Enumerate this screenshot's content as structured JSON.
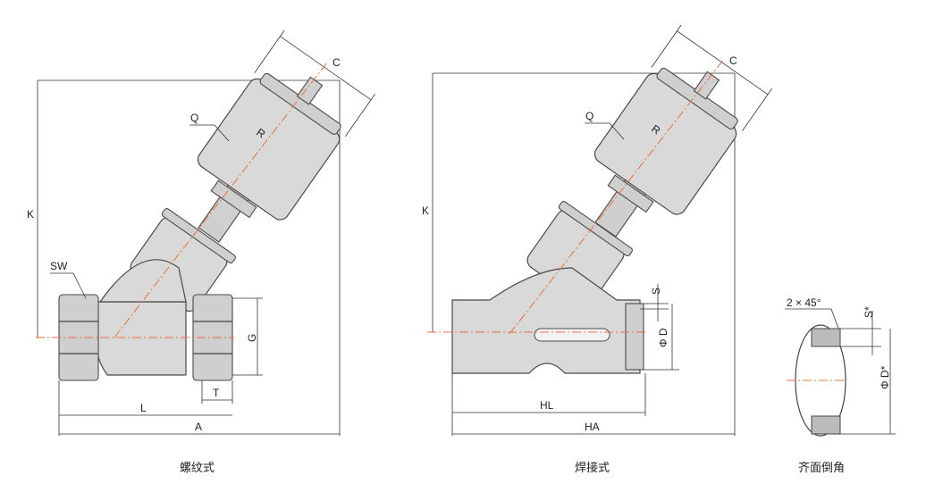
{
  "figures": [
    {
      "caption": "螺纹式",
      "labels": {
        "k": "K",
        "c": "C",
        "q": "Q",
        "r": "R",
        "sw": "SW",
        "g": "G",
        "t": "T",
        "l": "L",
        "a": "A"
      }
    },
    {
      "caption": "焊接式",
      "labels": {
        "k": "K",
        "c": "C",
        "q": "Q",
        "r": "R",
        "s": "S",
        "d": "Φ D",
        "hl": "HL",
        "ha": "HA"
      }
    },
    {
      "caption": "齐面倒角",
      "labels": {
        "chamfer": "2 × 45°",
        "s": "S*",
        "d": "Φ D*"
      }
    }
  ]
}
